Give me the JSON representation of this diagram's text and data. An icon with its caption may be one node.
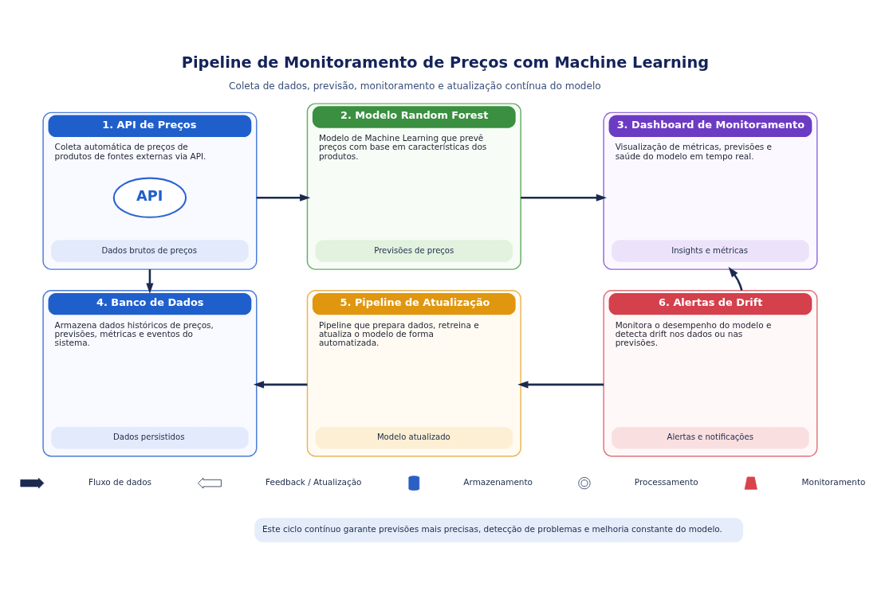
{
  "diagram": {
    "title": "Pipeline de Monitoramento de Preços com Machine Learning",
    "nodes": [
      {
        "text": [
          "1. API de Preços",
          "Coleta automática de preços de produtos de fontes externas via API."
        ]
      },
      {
        "text": [
          "API"
        ],
        "in": 0
      },
      {
        "text": [
          "Dados brutos de preços"
        ],
        "in": 0
      },
      {
        "text": [
          "2. Modelo Random Forest",
          "Modelo de Machine Learning que prevê preços com base em características dos produtos."
        ]
      },
      {
        "text": [
          "Previsões de preços"
        ],
        "in": 3
      },
      {
        "text": [
          "3. Dashboard de Monitoramento",
          "Visualização de métricas, previsões e saúde do modelo em tempo real."
        ]
      },
      {
        "text": [
          "Insights e métricas"
        ],
        "in": 5
      },
      {
        "text": [
          "4. Banco de Dados",
          "Armazena dados históricos de preços, previsões, métricas e eventos do sistema."
        ]
      },
      {
        "text": [
          "Dados persistidos"
        ],
        "in": 7
      },
      {
        "text": [
          "5. Pipeline de Atualização",
          "Pipeline que prepara dados, retreina e atualiza o modelo de forma automatizada."
        ]
      },
      {
        "text": [
          "Modelo atualizado"
        ],
        "in": 9
      },
      {
        "text": [
          "6. Alertas de Drift",
          "Monitora o desempenho do modelo e detecta drift nos dados ou nas previsões."
        ]
      },
      {
        "text": [
          "Alertas e notificações"
        ],
        "in": 11
      }
    ],
    "edges": [
      {
        "from": 0,
        "to": 3,
        "arrow": "to"
      },
      {
        "from": 3,
        "to": 5,
        "arrow": "to"
      },
      {
        "from": 0,
        "to": 7,
        "arrow": "to"
      },
      {
        "from": 9,
        "to": 7,
        "arrow": "to"
      },
      {
        "from": 11,
        "to": 9,
        "arrow": "to"
      },
      {
        "from": 11,
        "to": 5,
        "arrow": "to"
      }
    ],
    "labels": [
      "Coleta de dados, previsão, monitoramento e atualização contínua do modelo",
      "Este ciclo contínuo garante previsões mais precisas, detecção de problemas e melhoria constante do modelo."
    ],
    "legend": [
      {
        "text": "Fluxo de dados"
      },
      {
        "text": "Feedback / Atualização"
      },
      {
        "text": "Armazenamento"
      },
      {
        "text": "Processamento"
      },
      {
        "text": "Monitoramento"
      }
    ]
  }
}
